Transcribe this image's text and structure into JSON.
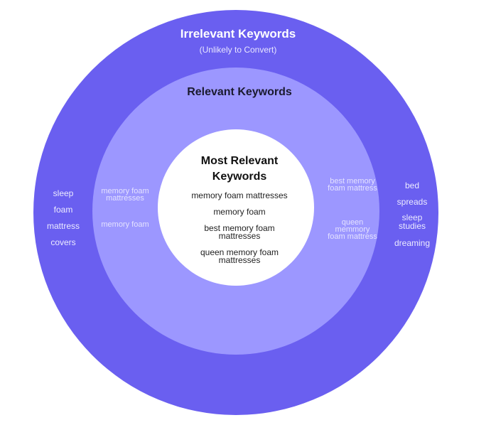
{
  "outer": {
    "title": "Irrelevant Keywords",
    "subtitle": "(Unlikely to Convert)",
    "left_keywords": [
      "sleep",
      "foam",
      "mattress",
      "covers"
    ],
    "right_keywords": [
      "bed",
      "spreads",
      "sleep studies",
      "dreaming"
    ]
  },
  "middle": {
    "title": "Relevant Keywords",
    "left_keywords": [
      "memory foam mattresses",
      "memory foam"
    ],
    "right_keywords": [
      "best memory foam mattress",
      "queen memmory foam mattress"
    ]
  },
  "inner": {
    "title": "Most Relevant Keywords",
    "keywords": [
      "memory foam mattresses",
      "memory foam",
      "best memory foam mattresses",
      "queen memory foam mattresses"
    ]
  },
  "colors": {
    "outer": "#6a5ff0",
    "middle": "#9c97ff",
    "inner": "#ffffff"
  }
}
